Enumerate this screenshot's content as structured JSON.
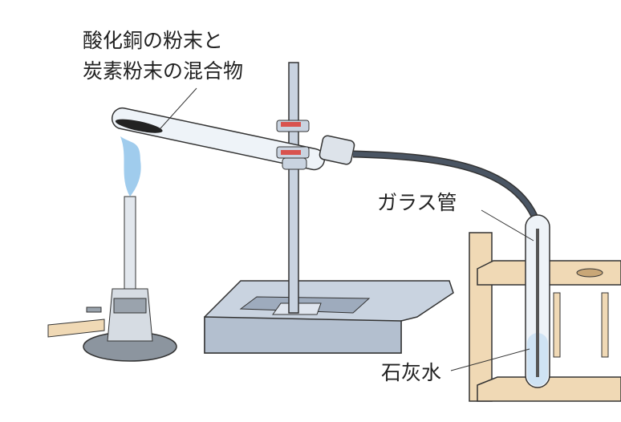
{
  "labels": {
    "mixture_line1": "酸化銅の粉末と",
    "mixture_line2": "炭素粉末の混合物",
    "glass_tube": "ガラス管",
    "limewater": "石灰水"
  },
  "colors": {
    "stand": "#c9d3e0",
    "rack": "#f0d9b5",
    "flame": "#8fc3ea",
    "hose": "#4a5563",
    "clamp_red": "#d9534f"
  }
}
